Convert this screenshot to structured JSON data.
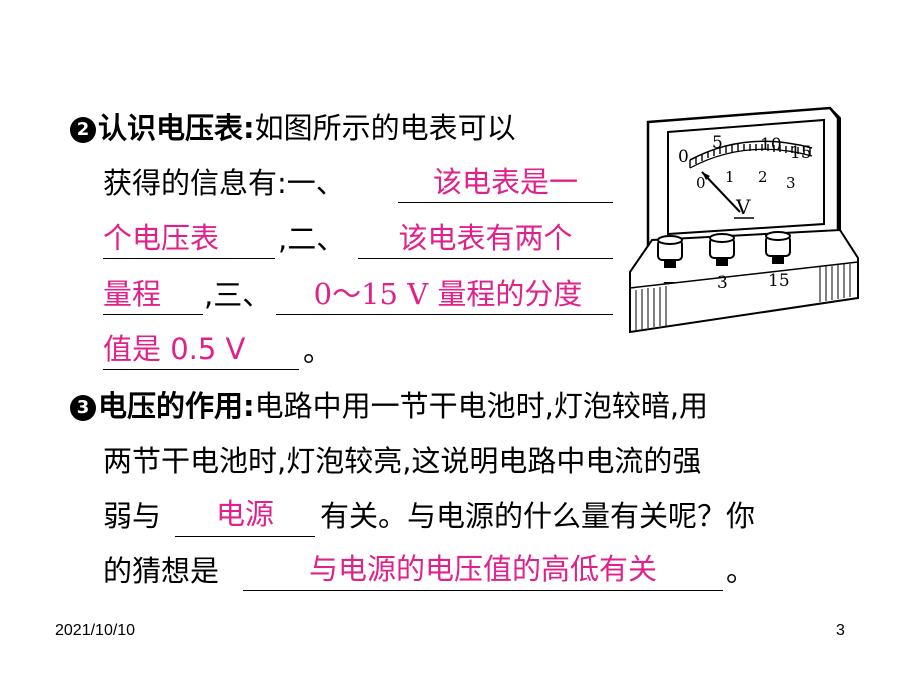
{
  "section2": {
    "marker": "2",
    "heading": "认识电压表",
    "colon": ":",
    "line1_rest": "如图所示的电表可以",
    "line2_prefix": "获得的信息有:一、",
    "blank1_part1": "该电表是一",
    "blank1_part2": "个电压表",
    "sep2": ",二、",
    "blank2_part1": "该电表有两个",
    "blank2_part2": "量程",
    "sep3": ",三、",
    "blank3_part1": "0～15 V 量程的分度",
    "blank3_part2": "值是 0.5 V",
    "end": "。"
  },
  "meter": {
    "scale_top": [
      "0",
      "5",
      "10",
      "15"
    ],
    "scale_bottom": [
      "0",
      "1",
      "2",
      "3"
    ],
    "unit": "V",
    "terminals": [
      "−",
      "3",
      "15"
    ]
  },
  "section3": {
    "marker": "3",
    "heading": "电压的作用",
    "colon": ":",
    "line1_rest": "电路中用一节干电池时,灯泡较暗,用",
    "line2": "两节干电池时,灯泡较亮,这说明电路中电流的强",
    "line3_prefix": "弱与",
    "blank1": "电源",
    "line3_rest": "有关。与电源的什么量有关呢？你",
    "line4_prefix": "的猜想是",
    "blank2": "与电源的电压值的高低有关",
    "end": "。"
  },
  "footer": {
    "date": "2021/10/10",
    "page": "3"
  }
}
